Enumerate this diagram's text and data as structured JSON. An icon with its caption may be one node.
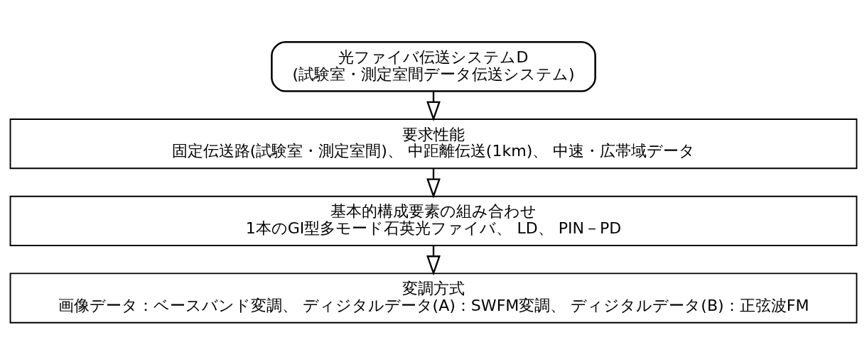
{
  "diagram": {
    "nodes": [
      {
        "text": [
          "光ファイバ伝送システムD",
          "(試験室・測定室間データ伝送システム)"
        ]
      },
      {
        "text": [
          "要求性能",
          "固定伝送路(試験室・測定室間)、 中距離伝送(1km)、 中速・広帯域データ"
        ]
      },
      {
        "text": [
          "基本的構成要素の組み合わせ",
          "1本のGI型多モード石英光ファイバ、 LD、 PIN－PD"
        ]
      },
      {
        "text": [
          "変調方式",
          "画像データ：ベースバンド変調、 ディジタルデータ(A)：SWFM変調、 ディジタルデータ(B)：正弦波FM"
        ]
      }
    ],
    "edges": [
      {
        "from": 0,
        "to": 1,
        "arrow": "to"
      },
      {
        "from": 1,
        "to": 2,
        "arrow": "to"
      },
      {
        "from": 2,
        "to": 3,
        "arrow": "to"
      }
    ]
  }
}
